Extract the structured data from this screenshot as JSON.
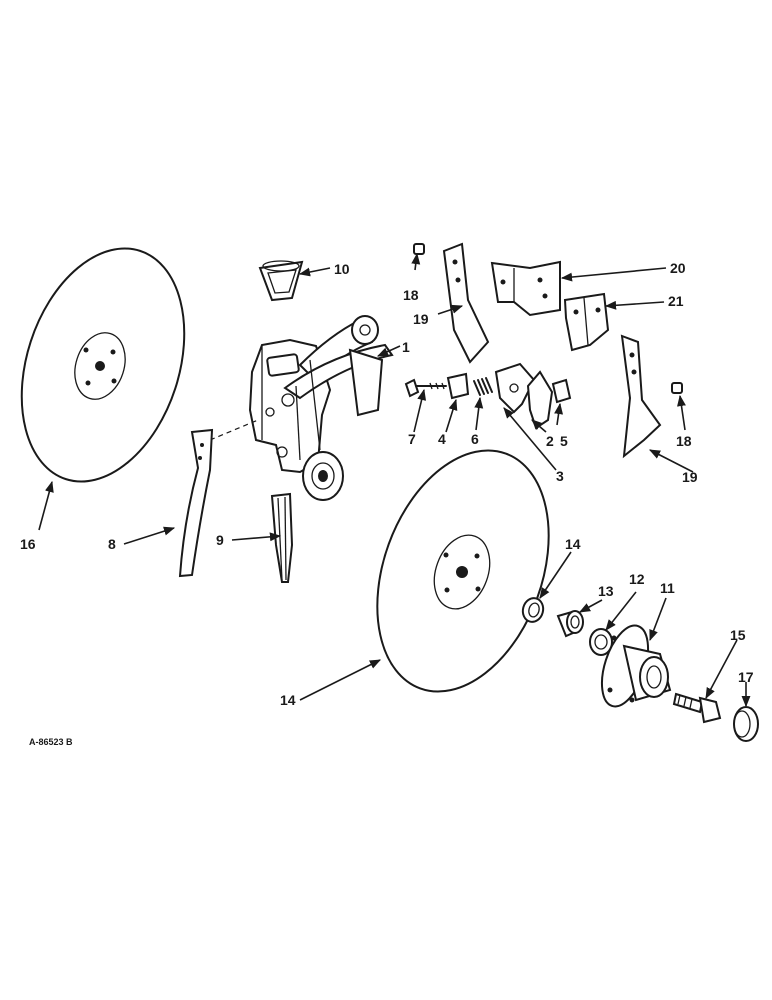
{
  "drawing_code": "A-86523 B",
  "callouts": [
    {
      "id": "c1",
      "text": "1"
    },
    {
      "id": "c2",
      "text": "2"
    },
    {
      "id": "c3",
      "text": "3"
    },
    {
      "id": "c4",
      "text": "4"
    },
    {
      "id": "c5",
      "text": "5"
    },
    {
      "id": "c6",
      "text": "6"
    },
    {
      "id": "c7",
      "text": "7"
    },
    {
      "id": "c8",
      "text": "8"
    },
    {
      "id": "c9",
      "text": "9"
    },
    {
      "id": "c10",
      "text": "10"
    },
    {
      "id": "c11",
      "text": "11"
    },
    {
      "id": "c12",
      "text": "12"
    },
    {
      "id": "c13",
      "text": "13"
    },
    {
      "id": "c14",
      "text": "14"
    },
    {
      "id": "c14b",
      "text": "14"
    },
    {
      "id": "c15",
      "text": "15"
    },
    {
      "id": "c16",
      "text": "16"
    },
    {
      "id": "c17",
      "text": "17"
    },
    {
      "id": "c18",
      "text": "18"
    },
    {
      "id": "c18b",
      "text": "18"
    },
    {
      "id": "c19",
      "text": "19"
    },
    {
      "id": "c19b",
      "text": "19"
    },
    {
      "id": "c20",
      "text": "20"
    },
    {
      "id": "c21",
      "text": "21"
    }
  ]
}
